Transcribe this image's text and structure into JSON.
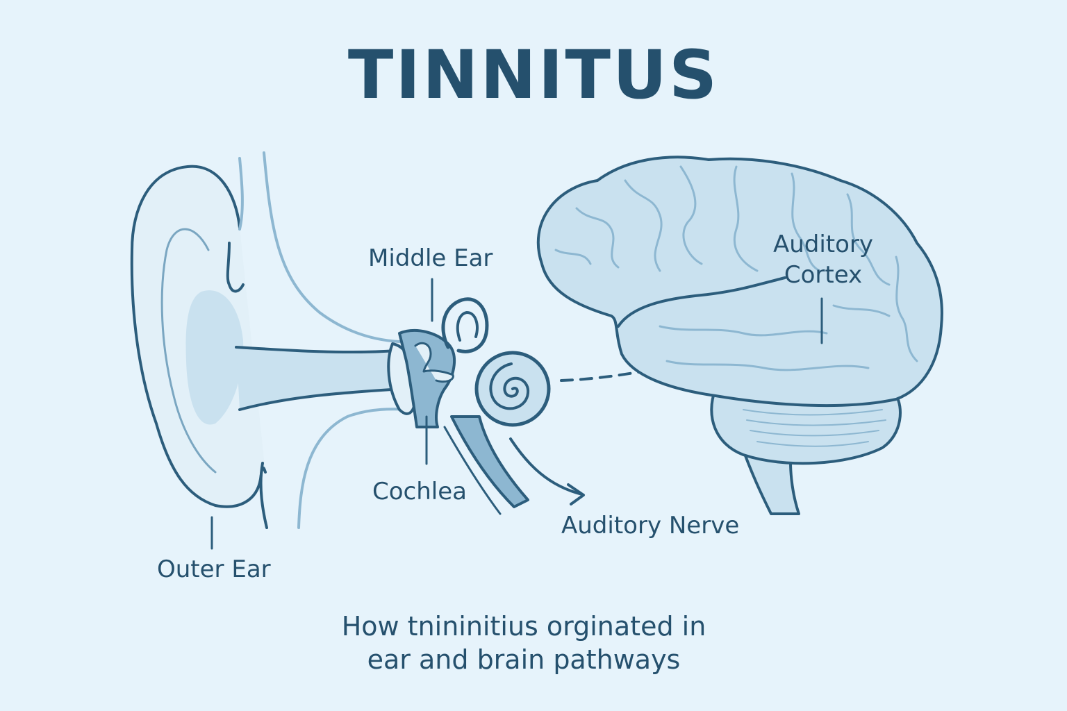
{
  "title": "TINNITUS",
  "labels": {
    "middle_ear": "Middle Ear",
    "cochlea": "Cochlea",
    "outer_ear": "Outer Ear",
    "auditory_nerve": "Auditory Nerve",
    "auditory_cortex_line1": "Auditory",
    "auditory_cortex_line2": "Cortex"
  },
  "caption": {
    "line1": "How tnininitius orginated in",
    "line2": "ear and brain pathways"
  },
  "colors": {
    "background": "#e6f3fb",
    "outline": "#2c5d7c",
    "fill_light": "#c9e1ef",
    "fill_mid": "#8db7d1",
    "text": "#25506d"
  }
}
